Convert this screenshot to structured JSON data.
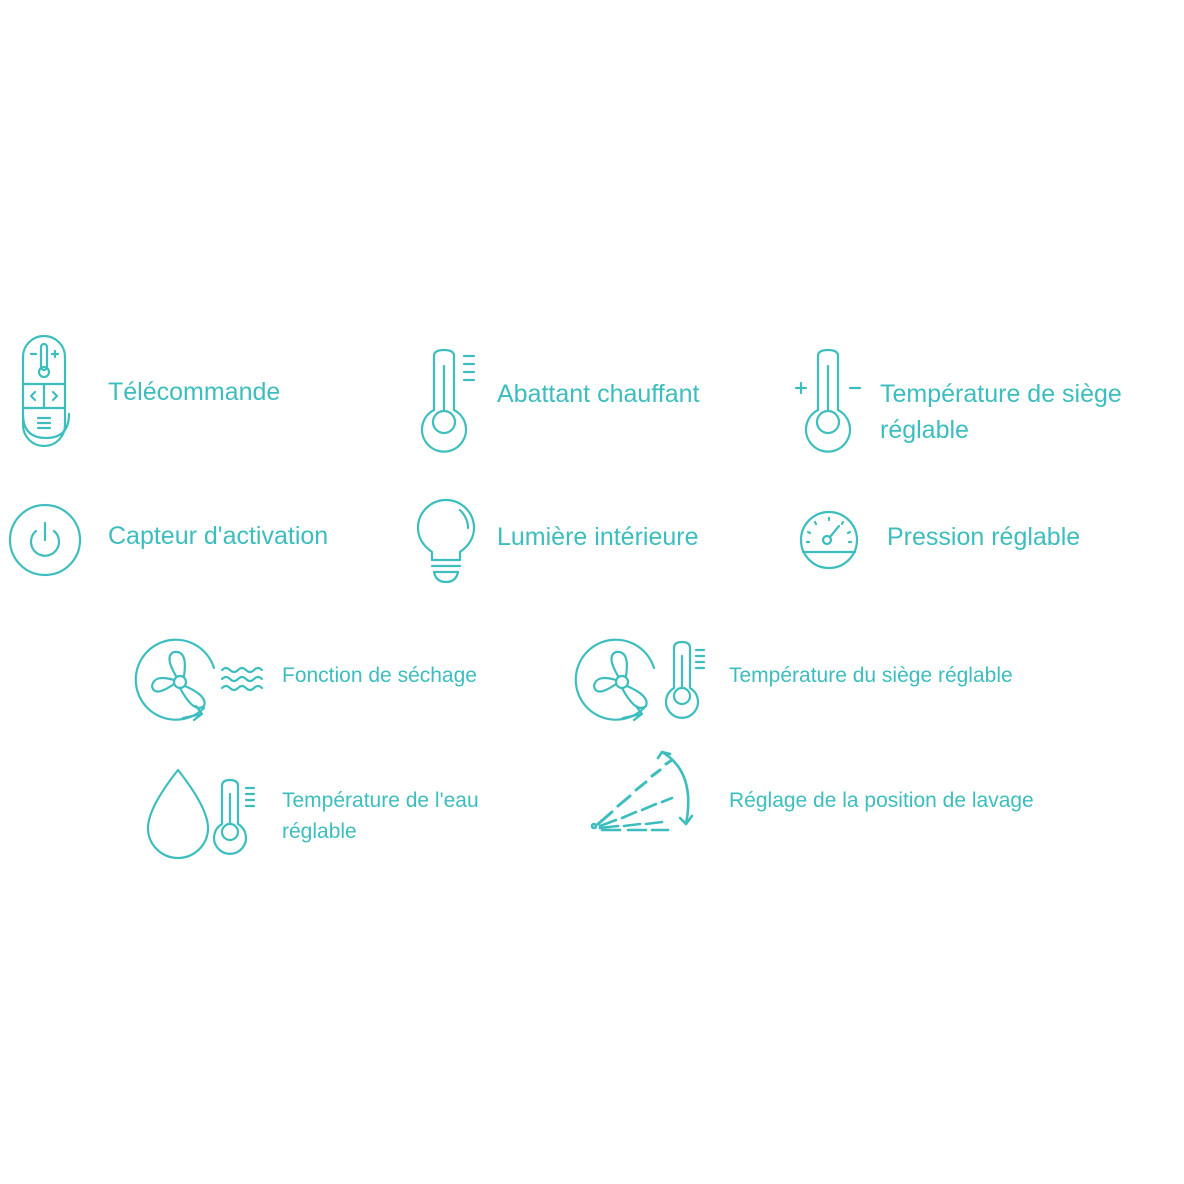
{
  "accent_color": "#3dbdbd",
  "features": {
    "remote": {
      "label": "Télécommande",
      "icon": "remote-control-icon"
    },
    "heated_lid": {
      "label": "Abattant chauffant",
      "icon": "thermometer-icon"
    },
    "seat_temp": {
      "label_line1": "Température de siège",
      "label_line2": "réglable",
      "icon": "thermometer-plus-minus-icon"
    },
    "activation_sensor": {
      "label": "Capteur d'activation",
      "icon": "power-icon"
    },
    "interior_light": {
      "label": "Lumière intérieure",
      "icon": "light-bulb-icon"
    },
    "pressure": {
      "label": "Pression réglable",
      "icon": "pressure-gauge-icon"
    },
    "drying": {
      "label": "Fonction de séchage",
      "icon": "fan-waves-icon"
    },
    "seat_temp_fan": {
      "label": "Température du siège réglable",
      "icon": "fan-thermometer-icon"
    },
    "water_temp": {
      "label_line1": "Température de l'eau",
      "label_line2": "réglable",
      "icon": "water-drop-thermometer-icon"
    },
    "wash_position": {
      "label": "Réglage de la position de lavage",
      "icon": "spray-angle-icon"
    }
  }
}
